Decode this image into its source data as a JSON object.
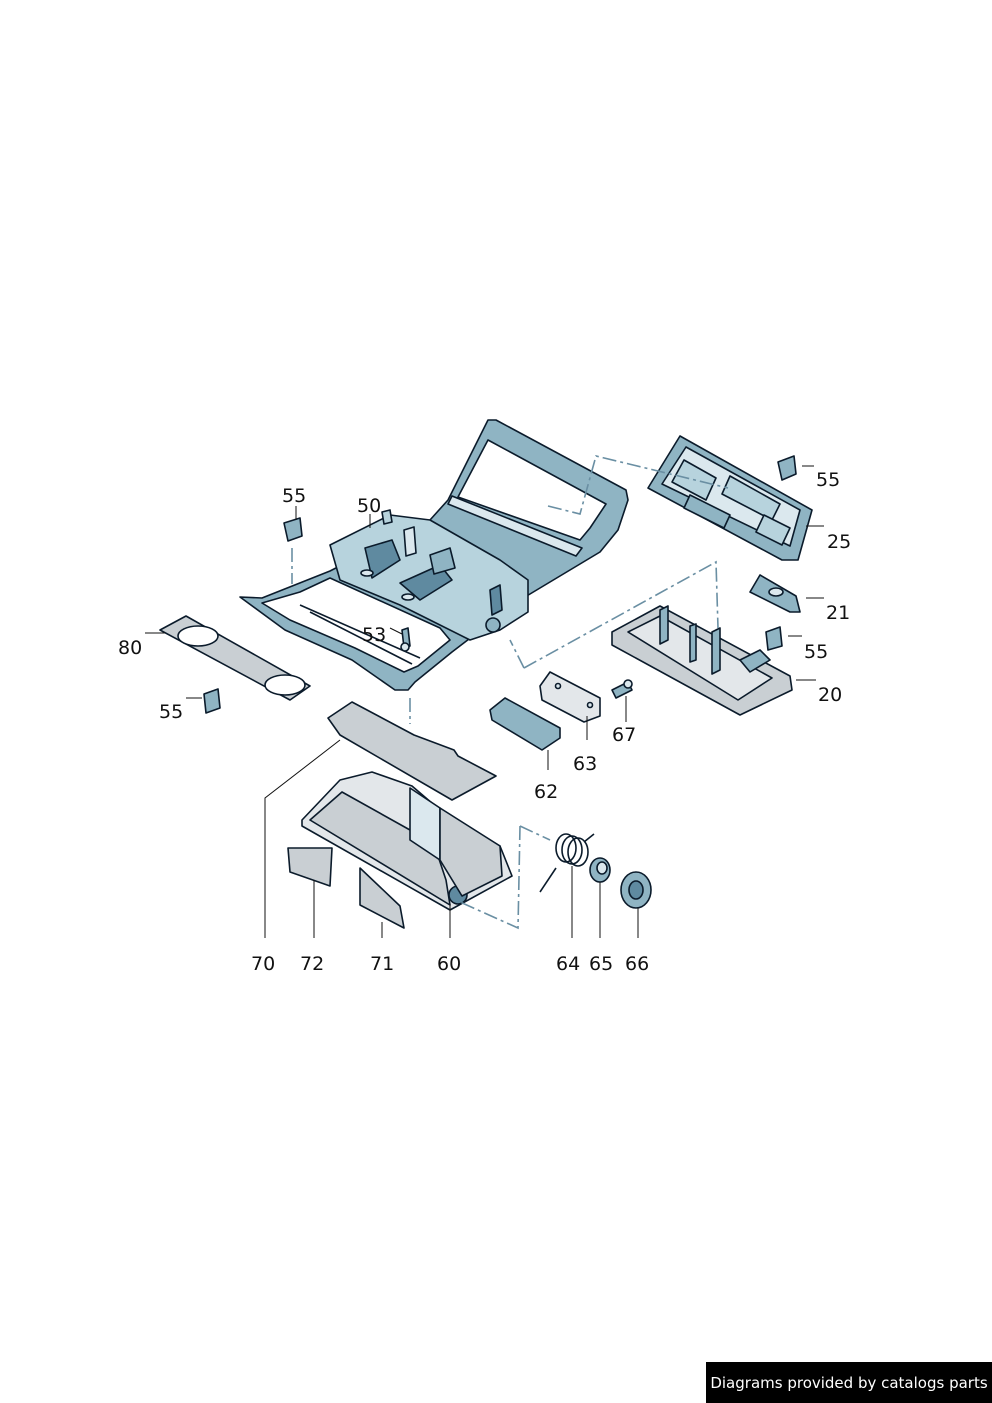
{
  "callouts": {
    "c55_top_right": "55",
    "c25": "25",
    "c21": "21",
    "c55_mid_right": "55",
    "c20": "20",
    "c55_top_left": "55",
    "c50": "50",
    "c53": "53",
    "c80": "80",
    "c55_left": "55",
    "c67": "67",
    "c63": "63",
    "c62": "62",
    "c70": "70",
    "c72": "72",
    "c71": "71",
    "c60": "60",
    "c64": "64",
    "c65": "65",
    "c66": "66"
  },
  "footer": {
    "credit": "Diagrams provided by catalogs parts"
  },
  "colors": {
    "part_fill": "#b7d3dd",
    "part_shade": "#5f8aa0",
    "part_outline": "#0b1b2b",
    "assembly_line": "#6a8fa3",
    "footer_bg": "#000000"
  }
}
